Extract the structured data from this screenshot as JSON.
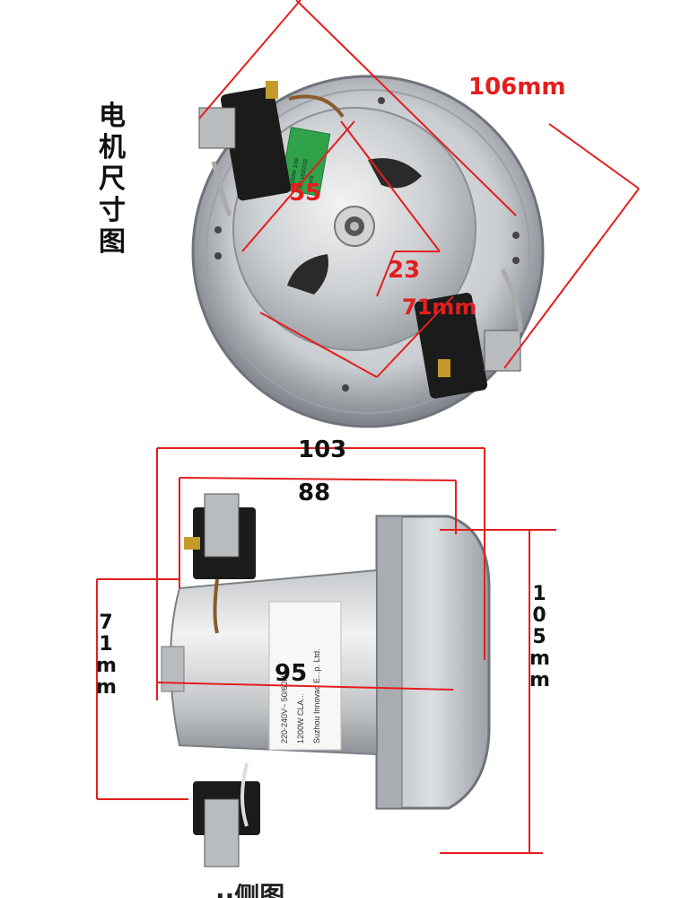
{
  "vertical_title": "电\n机\n尺\n寸\n图",
  "top_view": {
    "dim_outer": "106mm",
    "dim_body": "55",
    "dim_shaft": "23",
    "dim_bracket": "71mm",
    "sticker_lines": [
      "1200W 1/19",
      "HF 150/2/32",
      "RoHS"
    ]
  },
  "side_view": {
    "dim_total_length": "103",
    "dim_body_length": "88",
    "dim_motor_diameter": "95",
    "dim_height_left": "7\n1\nm\nm",
    "dim_height_right": "1\n0\n5\nm\nm",
    "label_lines": [
      "220-240V~ 50/60Hz",
      "1200W CLA...",
      "Suzhou Innovac E...p. Ltd."
    ]
  },
  "colors": {
    "dim_red": "#e31e1e",
    "text_black": "#111111",
    "metal_light": "#d9dbdd",
    "metal_dark": "#8e9398",
    "sticker_green": "#2fa24a"
  }
}
